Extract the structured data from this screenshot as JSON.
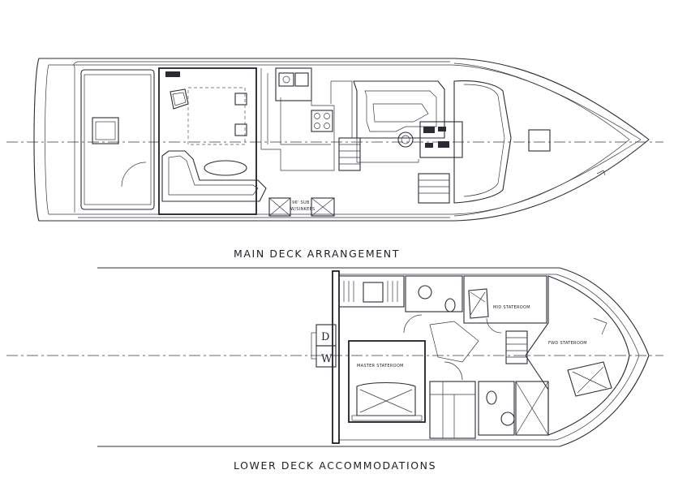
{
  "main_deck": {
    "title": "MAIN DECK ARRANGEMENT",
    "label_appliance_1": "96' SUB",
    "label_appliance_2": "W/SINKEES"
  },
  "lower_deck": {
    "title": "LOWER DECK ACCOMMODATIONS",
    "master_stateroom": "MASTER STATEROOM",
    "vip_stateroom": "MID STATEROOM",
    "fwd_stateroom": "FWD STATEROOM",
    "washer_label": "D",
    "dryer_label": "W"
  }
}
